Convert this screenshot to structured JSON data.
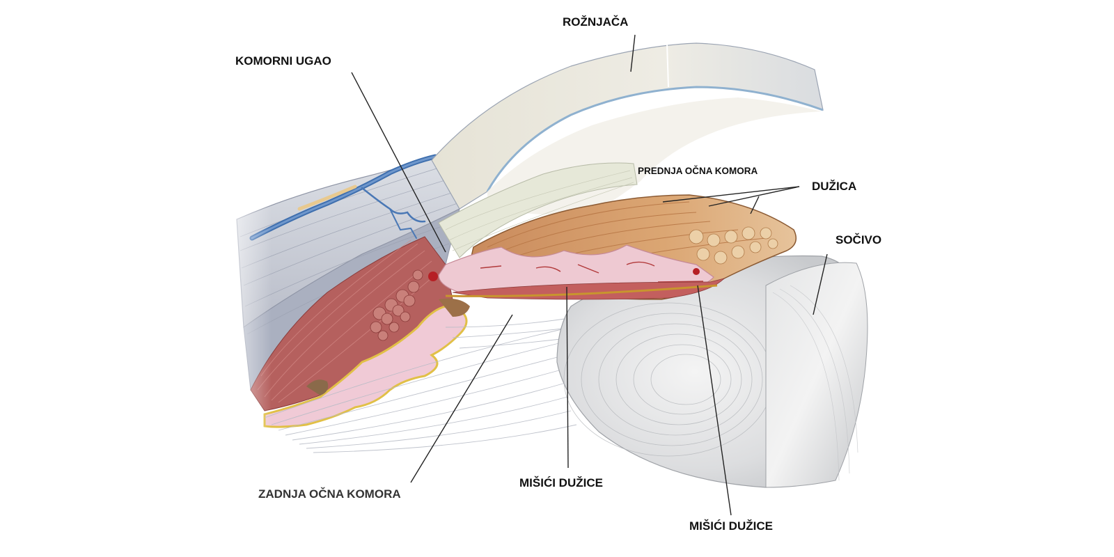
{
  "labels": {
    "cornea": "ROŽNJAČA",
    "chamber_angle": "KOMORNI UGAO",
    "anterior_chamber": "PREDNJA OČNA KOMORA",
    "iris": "DUŽICA",
    "lens": "SOČIVO",
    "posterior_chamber": "ZADNJA OČNA KOMORA",
    "iris_muscles_1": "MIŠIĆI DUŽICE",
    "iris_muscles_2": "MIŠIĆI DUŽICE"
  },
  "colors": {
    "sclera": "#c9ccd6",
    "cornea": "#e8e6dc",
    "iris_stroma": "#d9a77a",
    "iris_pigment": "#eec9d2",
    "ciliary_muscle": "#b5605e",
    "lens": "#e2e3e4",
    "vein": "#3f6fae",
    "leader_line": "#222222"
  }
}
